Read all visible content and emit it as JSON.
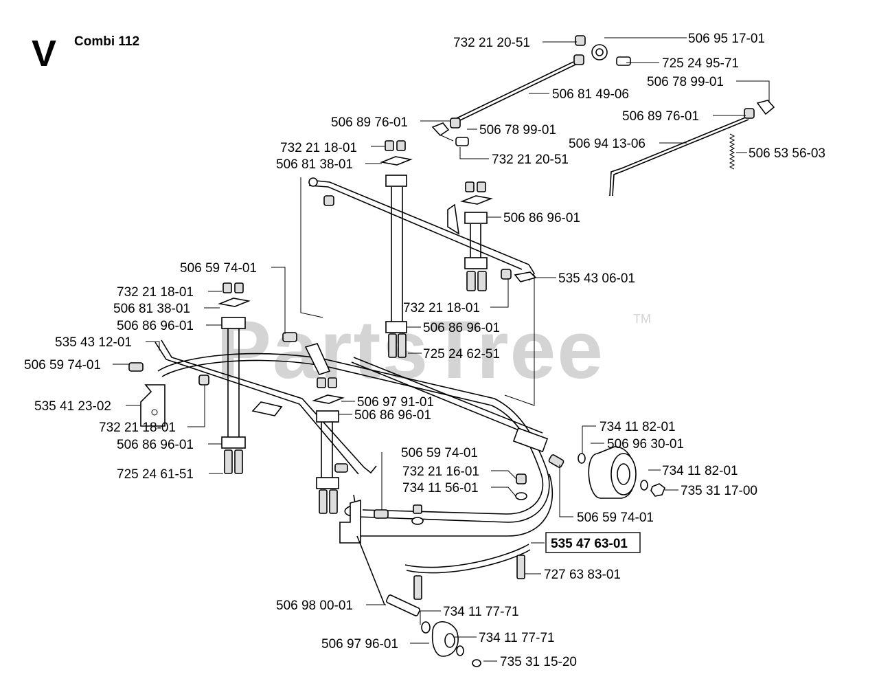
{
  "header": {
    "section_letter": "V",
    "model": "Combi 112"
  },
  "watermark": {
    "text": "PartsTree",
    "trademark": "TM"
  },
  "callouts": [
    {
      "part": "732 21 20-51"
    },
    {
      "part": "506 95 17-01"
    },
    {
      "part": "725 24 95-71"
    },
    {
      "part": "506 78 99-01"
    },
    {
      "part": "506 81 49-06"
    },
    {
      "part": "506 89 76-01"
    },
    {
      "part": "506 89 76-01"
    },
    {
      "part": "506 78 99-01"
    },
    {
      "part": "506 94 13-06"
    },
    {
      "part": "506 53 56-03"
    },
    {
      "part": "732 21 18-01"
    },
    {
      "part": "732 21 20-51"
    },
    {
      "part": "506 81 38-01"
    },
    {
      "part": "506 86 96-01"
    },
    {
      "part": "506 59 74-01"
    },
    {
      "part": "535 43 06-01"
    },
    {
      "part": "732 21 18-01"
    },
    {
      "part": "732 21 18-01"
    },
    {
      "part": "506 81 38-01"
    },
    {
      "part": "506 86 96-01"
    },
    {
      "part": "506 86 96-01"
    },
    {
      "part": "535 43 12-01"
    },
    {
      "part": "725 24 62-51"
    },
    {
      "part": "506 59 74-01"
    },
    {
      "part": "535 41 23-02"
    },
    {
      "part": "506 97 91-01"
    },
    {
      "part": "732 21 18-01"
    },
    {
      "part": "506 86 96-01"
    },
    {
      "part": "506 86 96-01"
    },
    {
      "part": "734 11 82-01"
    },
    {
      "part": "506 96 30-01"
    },
    {
      "part": "506 59 74-01"
    },
    {
      "part": "725 24 61-51"
    },
    {
      "part": "732 21 16-01"
    },
    {
      "part": "734 11 82-01"
    },
    {
      "part": "734 11 56-01"
    },
    {
      "part": "735 31 17-00"
    },
    {
      "part": "506 59 74-01"
    },
    {
      "part": "535 47 63-01",
      "highlight": true
    },
    {
      "part": "727 63 83-01"
    },
    {
      "part": "506 98 00-01"
    },
    {
      "part": "734 11 77-71"
    },
    {
      "part": "734 11 77-71"
    },
    {
      "part": "506 97 96-01"
    },
    {
      "part": "735 31 15-20"
    }
  ]
}
